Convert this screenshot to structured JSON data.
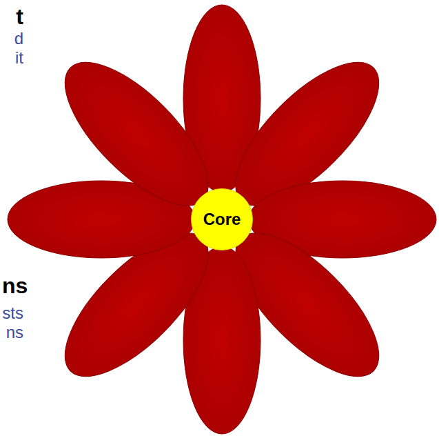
{
  "diagram": {
    "nodes": [
      {
        "text": [
          "Core"
        ]
      }
    ],
    "labels": [
      "t",
      "d",
      "it",
      "ns",
      "sts",
      "ns"
    ]
  }
}
